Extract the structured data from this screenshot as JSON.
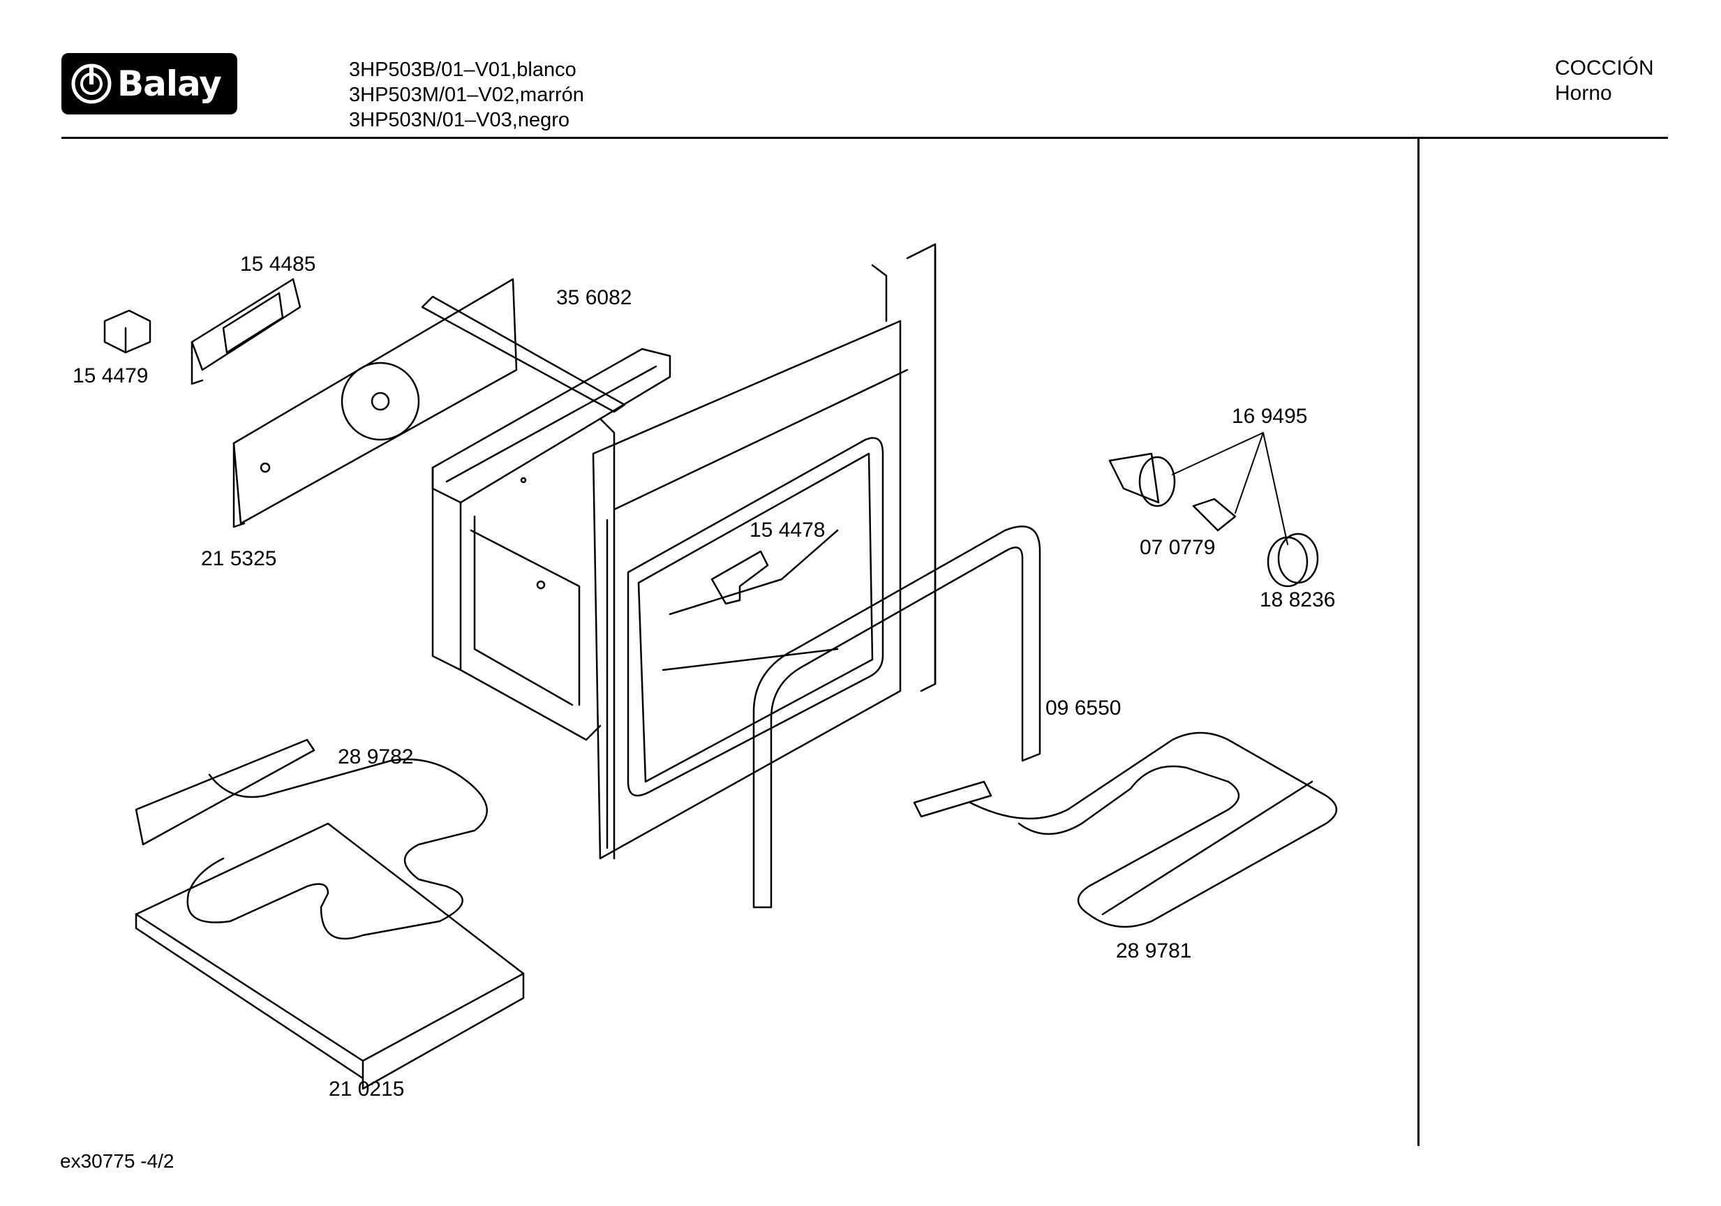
{
  "header": {
    "brand": "Balay",
    "brand_icon": "balay-logo-icon",
    "models": [
      "3HP503B/01–V01,blanco",
      "3HP503M/01–V02,marrón",
      "3HP503N/01–V03,negro"
    ],
    "category": "COCCIÓN",
    "subcategory": "Horno"
  },
  "parts": [
    {
      "id": "p1",
      "number": "15 4485"
    },
    {
      "id": "p2",
      "number": "35 6082"
    },
    {
      "id": "p3",
      "number": "15 4479"
    },
    {
      "id": "p4",
      "number": "16 9495"
    },
    {
      "id": "p5",
      "number": "21 5325"
    },
    {
      "id": "p6",
      "number": "15 4478"
    },
    {
      "id": "p7",
      "number": "07 0779"
    },
    {
      "id": "p8",
      "number": "18 8236"
    },
    {
      "id": "p9",
      "number": "09 6550"
    },
    {
      "id": "p10",
      "number": "28 9782"
    },
    {
      "id": "p11",
      "number": "28 9781"
    },
    {
      "id": "p12",
      "number": "21 0215"
    }
  ],
  "footer": {
    "ref": "ex30775  -4/2"
  }
}
